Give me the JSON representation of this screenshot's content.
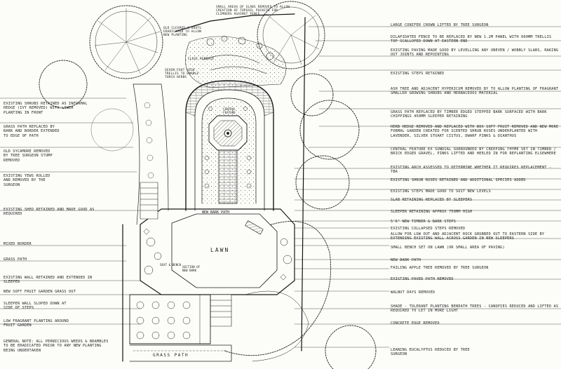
{
  "right_notes": [
    "Large conifer crown lifted by tree surgeon",
    "Dilapidated fence to be replaced by new 1.2m panel with 600mm trellis top scalloped down at eastern end",
    "Existing paving made good by levelling any uneven / wobbly slabs, raking out joints and repointing",
    "Existing steps retained",
    "Ash tree and adjacent hypericum removed by to allow planting of fragrant smaller growing shrubs and herbaceous material",
    "Grass path replaced by timber edged stepped bark surfaced with bark chippings 450mm sleeper retaining",
    "Herb hedge removed and replaced with box soft fruit removed and new more formal garden created for scented shrub roses underplanted with lavender, silver stuart cistus, dwarf pinks & dianthus",
    "Central feature ex sundial surrounded by creeping thyme set in timber / brick edged gravel, pinks lifted and heeled in for replanting elsewhere",
    "Existing arch assessed to determine whether it requires replacement - TBA",
    "Existing shrub roses retained and additional species added",
    "Existing steps made good to suit new levels",
    "Slab retaining replaced by sleepers",
    "Sleeper retaining approx 750mm high",
    "5'6\" new timber & bark steps",
    "Existing collapsed steps removed",
    "Allow for low out and adjacent rock grubbed out to eastern side by extending existing wall across garden in new sleepers",
    "Small bench set on lawn (or small area of paving)",
    "New bark path",
    "Failing apple tree removed by tree surgeon",
    "Existing paved path removed",
    "Walnut days removed",
    "Shade - tolerant planting beneath trees - Canopies reduced and lifted as required to let in more light",
    "Concrete edge removed",
    "Leaning eucalyptus reduced by tree surgeon"
  ],
  "left_notes": [
    "Existing shrubs retained as informal hedge (ivy removed) with lower planting in front",
    "Grass path replaced by bark and border extended to edge of path",
    "Old sycamore removed by tree surgeon stump removed",
    "Existing yews rolled and removed by the surgeon",
    "Existing shed retained and made good as required",
    "Mixed border",
    "Grass path",
    "Existing wall retained and extended in sleeper",
    "New soft fruit garden grass out",
    "Sleeper wall sloped down at side of steps",
    "Low fragrant planting around fruit garden",
    "General note: All pernicious weeds & brambles to be eradicated prior to any new planting being undertaken"
  ],
  "top_notes": [
    "Small areas of slabs removed to allow creation of topsoil pockets for climbers against fence",
    "Old cleared & roots eradicated to allow new planting",
    "Close removed",
    "Seven foot high trellis to enable torch herbs"
  ],
  "plan_labels": {
    "lawn": "Lawn",
    "new_bark_path": "New bark path",
    "grass_path": "Grass path",
    "central_feature": "Central feature",
    "seating": "Seat & bench",
    "new_section": "Section of new bark"
  }
}
